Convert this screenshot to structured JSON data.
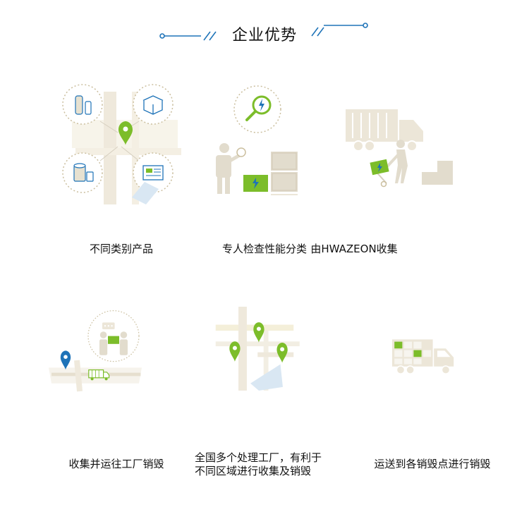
{
  "header": {
    "title": "企业优势"
  },
  "items": [
    {
      "caption": "不同类别产品",
      "icon": "product-categories-illustration"
    },
    {
      "caption": "专人检查性能分类",
      "icon": "inspection-sorting-illustration"
    },
    {
      "caption": "由HWAZEON收集",
      "icon": "collection-truck-illustration"
    },
    {
      "caption": "收集并运往工厂销毁",
      "icon": "transport-to-factory-illustration"
    },
    {
      "caption_line1": "全国多个处理工厂，有利于",
      "caption_line2": "不同区域进行收集及销毁",
      "icon": "map-pins-illustration"
    },
    {
      "caption": "运送到各销毁点进行销毁",
      "icon": "delivery-truck-illustration"
    }
  ],
  "colors": {
    "accent_blue": "#1e73b8",
    "accent_green": "#7cbd2a",
    "beige": "#e0d8c8",
    "grey_line": "#c9c2b3"
  }
}
